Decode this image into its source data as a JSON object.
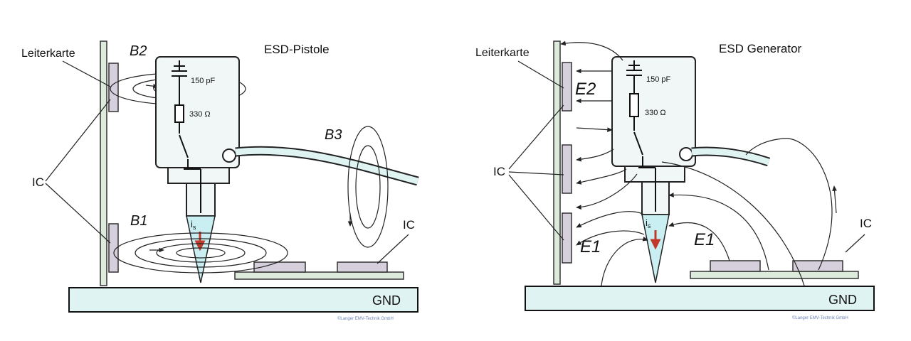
{
  "left": {
    "title": "ESD-Pistole",
    "board_label": "Leiterkarte",
    "ic_label_left": "IC",
    "ic_label_right": "IC",
    "field_b1": "B1",
    "field_b2": "B2",
    "field_b3": "B3",
    "capacitor": "150 pF",
    "resistor": "330 Ω",
    "current": "i",
    "current_sub": "s",
    "ground": "GND",
    "credit": "©Langer EMV-Technik GmbH"
  },
  "right": {
    "title": "ESD Generator",
    "board_label": "Leiterkarte",
    "ic_label_left": "IC",
    "ic_label_right": "IC",
    "field_e2": "E2",
    "field_e1_left": "E1",
    "field_e1_right": "E1",
    "capacitor": "150 pF",
    "resistor": "330 Ω",
    "current": "i",
    "current_sub": "s",
    "ground": "GND",
    "credit": "©Langer EMV-Technik GmbH"
  },
  "colors": {
    "board_fill": "#dcebdc",
    "gun_fill": "#f1f6f6",
    "ground_fill": "#dff3f3",
    "ic_fill": "#d6d0dc",
    "tip_fill": "#c9eff2",
    "current_arrow": "#c0392b"
  }
}
